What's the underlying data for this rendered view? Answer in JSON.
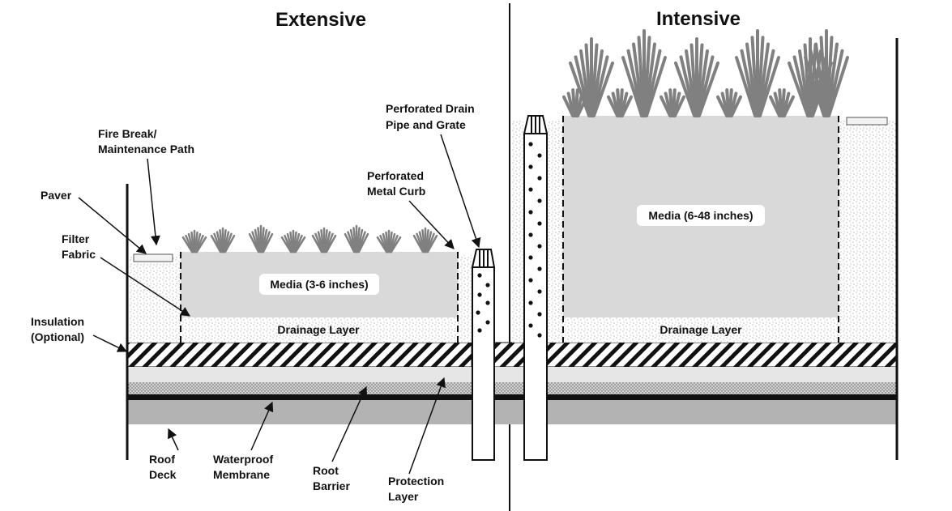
{
  "titles": {
    "extensive": "Extensive",
    "intensive": "Intensive"
  },
  "labels": {
    "fire_break": [
      "Fire Break/",
      "Maintenance Path"
    ],
    "paver": "Paver",
    "filter_fabric": [
      "Filter",
      "Fabric"
    ],
    "insulation": [
      "Insulation",
      "(Optional)"
    ],
    "perforated_metal_curb": [
      "Perforated",
      "Metal Curb"
    ],
    "perforated_drain_pipe": [
      "Perforated Drain",
      "Pipe and Grate"
    ],
    "roof_deck": [
      "Roof",
      "Deck"
    ],
    "waterproof_membrane": [
      "Waterproof",
      "Membrane"
    ],
    "root_barrier": [
      "Root",
      "Barrier"
    ],
    "protection_layer": [
      "Protection",
      "Layer"
    ]
  },
  "boxes": {
    "media_extensive": "Media (3-6 inches)",
    "drainage_extensive": "Drainage Layer",
    "media_intensive": "Media (6-48 inches)",
    "drainage_intensive": "Drainage Layer"
  },
  "colors": {
    "line": "#111111",
    "media": "#d9d9d9",
    "roof_deck": "#b3b3b3",
    "protection": "#e6e6e6",
    "plants": "#808080",
    "speckle": "#9a9a9a"
  }
}
